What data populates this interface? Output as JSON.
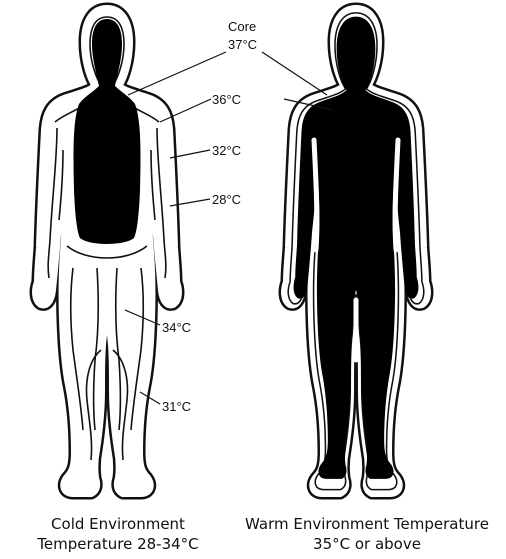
{
  "labels": {
    "core_line1": "Core",
    "core_line2": "37°C",
    "t36": "36°C",
    "t32": "32°C",
    "t28": "28°C",
    "t34": "34°C",
    "t31": "31°C"
  },
  "captions": {
    "cold_line1": "Cold Environment",
    "cold_line2": "Temperature 28-34°C",
    "warm_line1": "Warm Environment Temperature",
    "warm_line2": "35°C or above"
  },
  "colors": {
    "ink": "#111111",
    "core_fill": "#000000",
    "background": "#ffffff"
  }
}
